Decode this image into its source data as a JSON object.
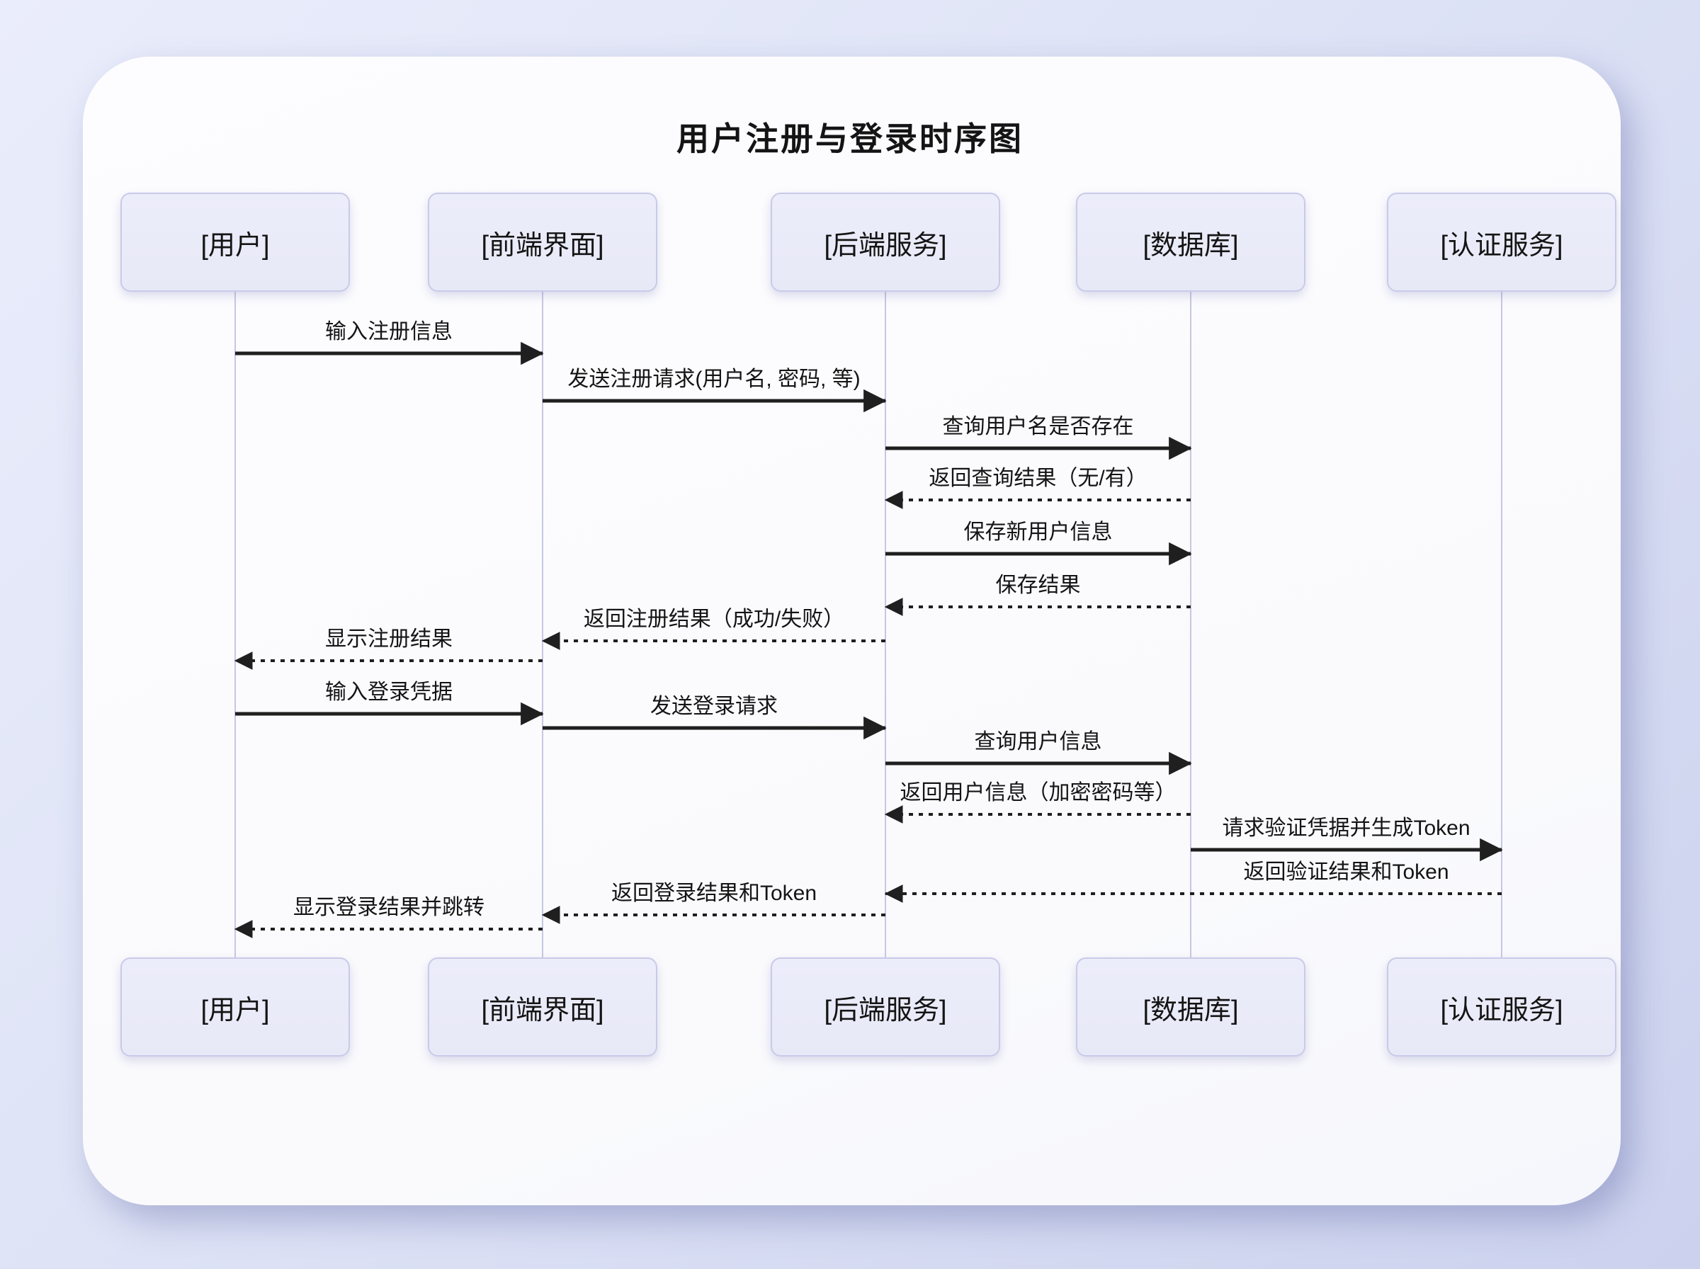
{
  "title": "用户注册与登录时序图",
  "diagram": {
    "participants": [
      {
        "id": "user",
        "label": "[用户]"
      },
      {
        "id": "frontend",
        "label": "[前端界面]"
      },
      {
        "id": "backend",
        "label": "[后端服务]"
      },
      {
        "id": "database",
        "label": "[数据库]"
      },
      {
        "id": "auth",
        "label": "[认证服务]"
      }
    ],
    "messages": [
      {
        "from": "user",
        "to": "frontend",
        "style": "solid",
        "label": "输入注册信息"
      },
      {
        "from": "frontend",
        "to": "backend",
        "style": "solid",
        "label": "发送注册请求(用户名, 密码, 等)"
      },
      {
        "from": "backend",
        "to": "database",
        "style": "solid",
        "label": "查询用户名是否存在"
      },
      {
        "from": "database",
        "to": "backend",
        "style": "dashed",
        "label": "返回查询结果（无/有）"
      },
      {
        "from": "backend",
        "to": "database",
        "style": "solid",
        "label": "保存新用户信息"
      },
      {
        "from": "database",
        "to": "backend",
        "style": "dashed",
        "label": "保存结果"
      },
      {
        "from": "backend",
        "to": "frontend",
        "style": "dashed",
        "label": "返回注册结果（成功/失败）"
      },
      {
        "from": "frontend",
        "to": "user",
        "style": "dashed",
        "label": "显示注册结果"
      },
      {
        "from": "user",
        "to": "frontend",
        "style": "solid",
        "label": "输入登录凭据"
      },
      {
        "from": "frontend",
        "to": "backend",
        "style": "solid",
        "label": "发送登录请求"
      },
      {
        "from": "backend",
        "to": "database",
        "style": "solid",
        "label": "查询用户信息"
      },
      {
        "from": "database",
        "to": "backend",
        "style": "dashed",
        "label": "返回用户信息（加密密码等）"
      },
      {
        "from": "database",
        "to": "auth",
        "style": "solid",
        "label": "请求验证凭据并生成Token"
      },
      {
        "from": "auth",
        "to": "backend",
        "style": "dashed",
        "label": "返回验证结果和Token"
      },
      {
        "from": "backend",
        "to": "frontend",
        "style": "dashed",
        "label": "返回登录结果和Token"
      },
      {
        "from": "frontend",
        "to": "user",
        "style": "dashed",
        "label": "显示登录结果并跳转"
      }
    ],
    "colors": {
      "background_start": "#eaedfb",
      "background_end": "#ccd2ee",
      "card": "#fafafd",
      "participant_fill": "#e8e9f7",
      "participant_border": "#c9cae8",
      "lifeline": "#c6c8e2",
      "arrow": "#1f1f1f",
      "text": "#141414"
    }
  }
}
